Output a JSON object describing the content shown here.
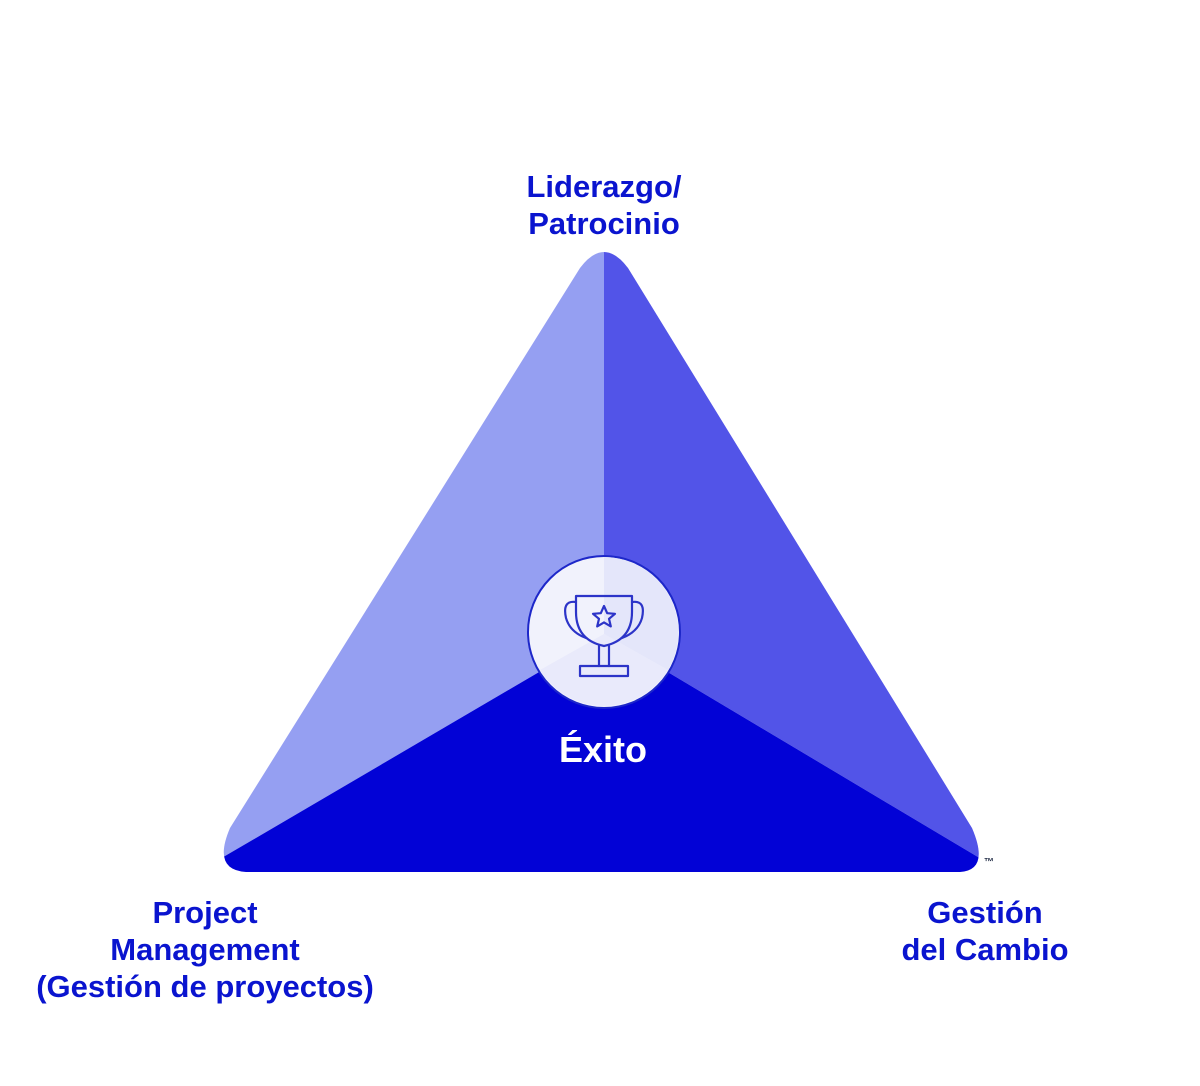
{
  "labels": {
    "top": [
      "Liderazgo/",
      "Patrocinio"
    ],
    "left": [
      "Project",
      "Management",
      "(Gestión de proyectos)"
    ],
    "right": [
      "Gestión",
      "del Cambio"
    ],
    "center": "Éxito",
    "trademark": "™"
  },
  "icons": {
    "center": "trophy-star-icon"
  },
  "colors": {
    "label_text": "#0a14cf",
    "left_segment": "#959ff2",
    "right_segment": "#5254e8",
    "bottom_segment": "#0202d6",
    "center_circle": "#f1f2fc",
    "icon_stroke": "#2c34c8"
  }
}
